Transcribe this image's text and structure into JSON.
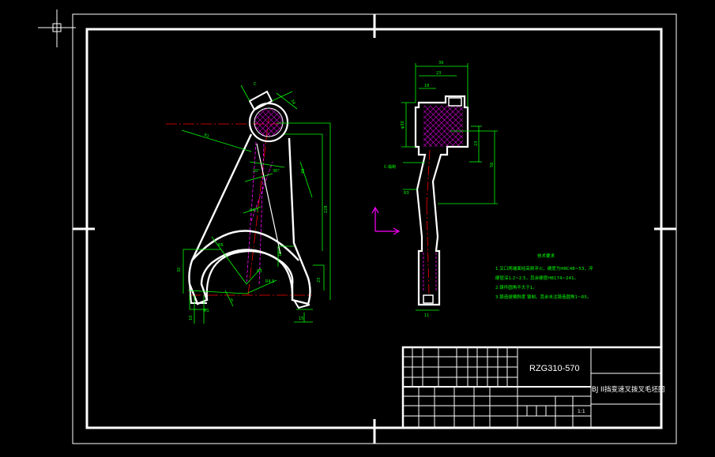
{
  "colors": {
    "background": "#000000",
    "frame": "#ffffff",
    "dimension": "#00ff00",
    "center_line": "#ff0000",
    "hidden_line": "#ff00ff",
    "hatch": "#ff00ff",
    "axis_x": "#ff00ff",
    "axis_y": "#ff00ff",
    "cursor": "#ffffff"
  },
  "drawing": {
    "number": "RZG310-570",
    "title": "BJ II挡变速叉拨叉毛坯图",
    "scale": "1:1"
  },
  "notes": {
    "heading": "技术要求",
    "lines": [
      "1.叉口两端面经高频淬火，硬度为HRC48~53，淬",
      "硬层深1.2~2.5，其余硬度HB174~241。",
      "2.铸件圆角不大于1。",
      "3.锻造拔模斜度 锻制。其余未注铸造圆角1~R5。"
    ]
  },
  "labels": {
    "chamfer_front": "C",
    "chamfer_side": "C-锻制",
    "r_mark": "R3"
  },
  "dimensions": {
    "front": {
      "d1": "34",
      "d2": "R1",
      "d3": "30°",
      "d4": "20°",
      "d5": "48",
      "d6": "128",
      "d7": "R6",
      "d8": "R3",
      "d9": "R4.5",
      "d10": "R4.5",
      "d11": "32",
      "d12": "10",
      "d13": "15",
      "d14": "23",
      "d15": "5",
      "d16": "18",
      "d17": "R1"
    },
    "side": {
      "s1": "39",
      "s2": "23",
      "s3": "18",
      "s4": "φ30",
      "s5": "23",
      "s6": "56",
      "s7": "11"
    }
  }
}
